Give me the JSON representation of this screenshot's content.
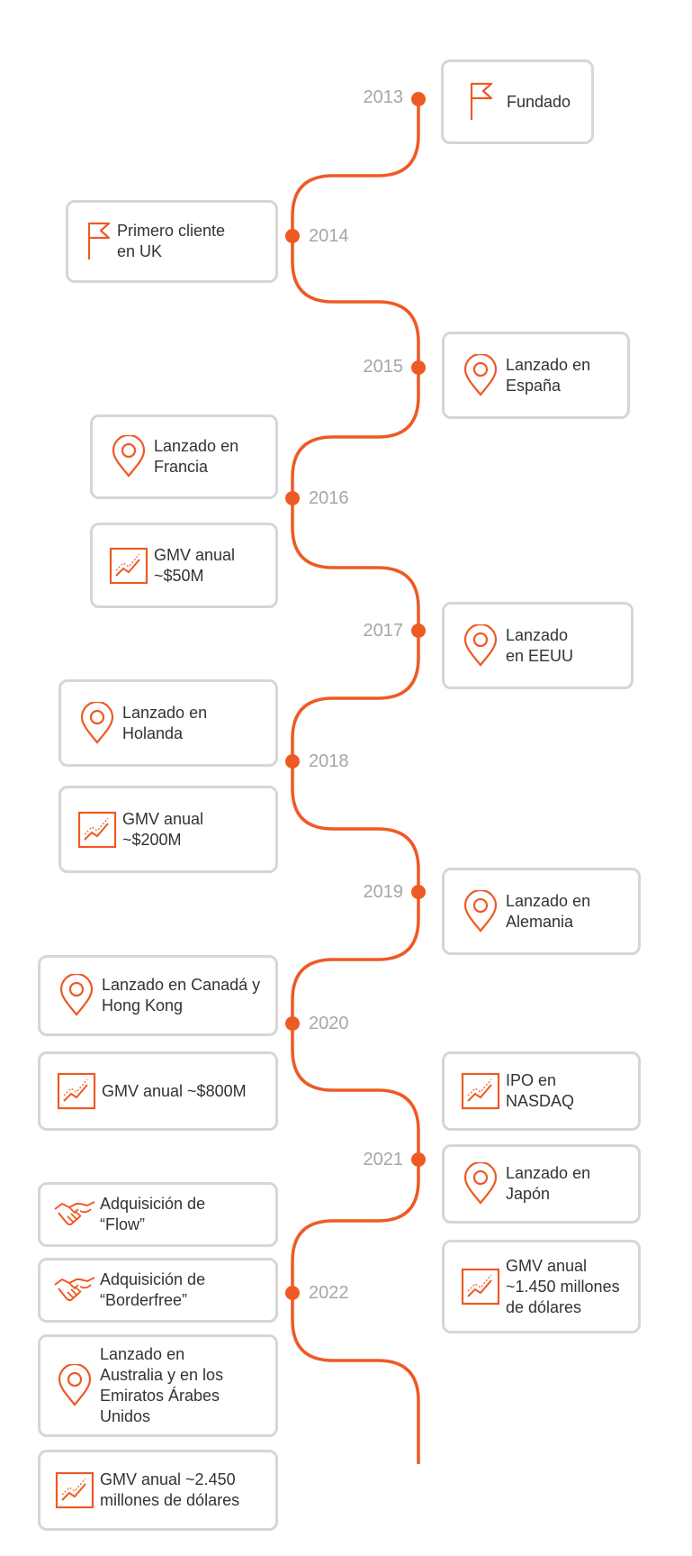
{
  "accent": "#ee5a24",
  "years": [
    "2013",
    "2014",
    "2015",
    "2016",
    "2017",
    "2018",
    "2019",
    "2020",
    "2021",
    "2022"
  ],
  "cards": {
    "c2013": "Fundado",
    "c2014": "Primero cliente en UK",
    "c2015": "Lanzado en España",
    "c2016a": "Lanzado en Francia",
    "c2016b": "GMV anual ~$50M",
    "c2017": "Lanzado en EEUU",
    "c2018a": "Lanzado en Holanda",
    "c2018b": "GMV anual ~$200M",
    "c2019": "Lanzado en Alemania",
    "c2020a": "Lanzado en Canadá y Hong Kong",
    "c2020b": "GMV anual ~$800M",
    "c2020c": "IPO en NASDAQ",
    "c2021a": "Lanzado en Japón",
    "c2021b": "GMV anual ~1.450 millones de dólares",
    "c2022a": "Adquisición de “Flow”",
    "c2022b": "Adquisición de “Borderfree”",
    "c2022c": "Lanzado en Australia y en los Emiratos Árabes Unidos",
    "c2022d": "GMV anual ~2.450 millones de dólares"
  },
  "icons": {
    "c2013": "flag-icon",
    "c2014": "flag-icon",
    "c2015": "map-pin-icon",
    "c2016a": "map-pin-icon",
    "c2016b": "growth-chart-icon",
    "c2017": "map-pin-icon",
    "c2018a": "map-pin-icon",
    "c2018b": "growth-chart-icon",
    "c2019": "map-pin-icon",
    "c2020a": "map-pin-icon",
    "c2020b": "growth-chart-icon",
    "c2020c": "growth-chart-icon",
    "c2021a": "map-pin-icon",
    "c2021b": "growth-chart-icon",
    "c2022a": "handshake-icon",
    "c2022b": "handshake-icon",
    "c2022c": "map-pin-icon",
    "c2022d": "growth-chart-icon"
  }
}
